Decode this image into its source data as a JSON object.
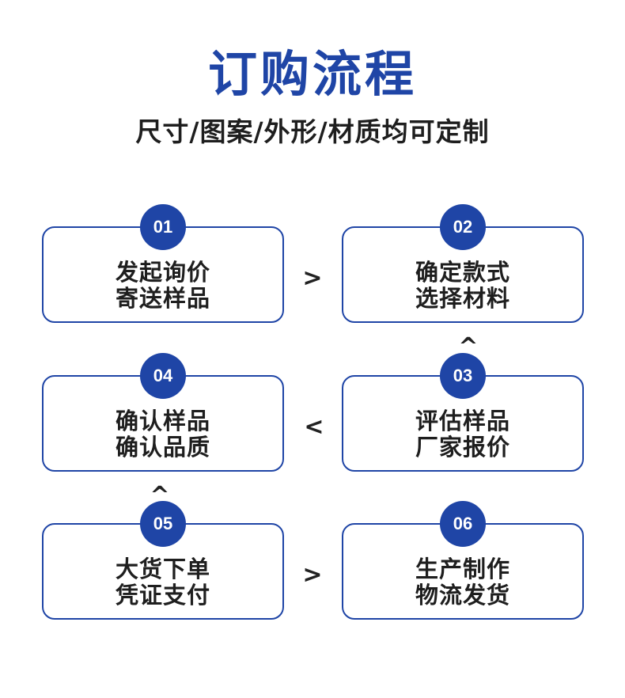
{
  "header": {
    "title": "订购流程",
    "subtitle": "尺寸/图案/外形/材质均可定制"
  },
  "steps": [
    {
      "number": "01",
      "line1": "发起询价",
      "line2": "寄送样品"
    },
    {
      "number": "02",
      "line1": "确定款式",
      "line2": "选择材料"
    },
    {
      "number": "03",
      "line1": "评估样品",
      "line2": "厂家报价"
    },
    {
      "number": "04",
      "line1": "确认样品",
      "line2": "确认品质"
    },
    {
      "number": "05",
      "line1": "大货下单",
      "line2": "凭证支付"
    },
    {
      "number": "06",
      "line1": "生产制作",
      "line2": "物流发货"
    }
  ],
  "arrows": {
    "a1_to_2": ">",
    "a2_from_3": "^",
    "a3_to_4": "<",
    "a4_from_5": "^",
    "a5_to_6": ">"
  },
  "colors": {
    "accent": "#1f45a6",
    "text": "#1e1e1e",
    "background": "#ffffff"
  }
}
